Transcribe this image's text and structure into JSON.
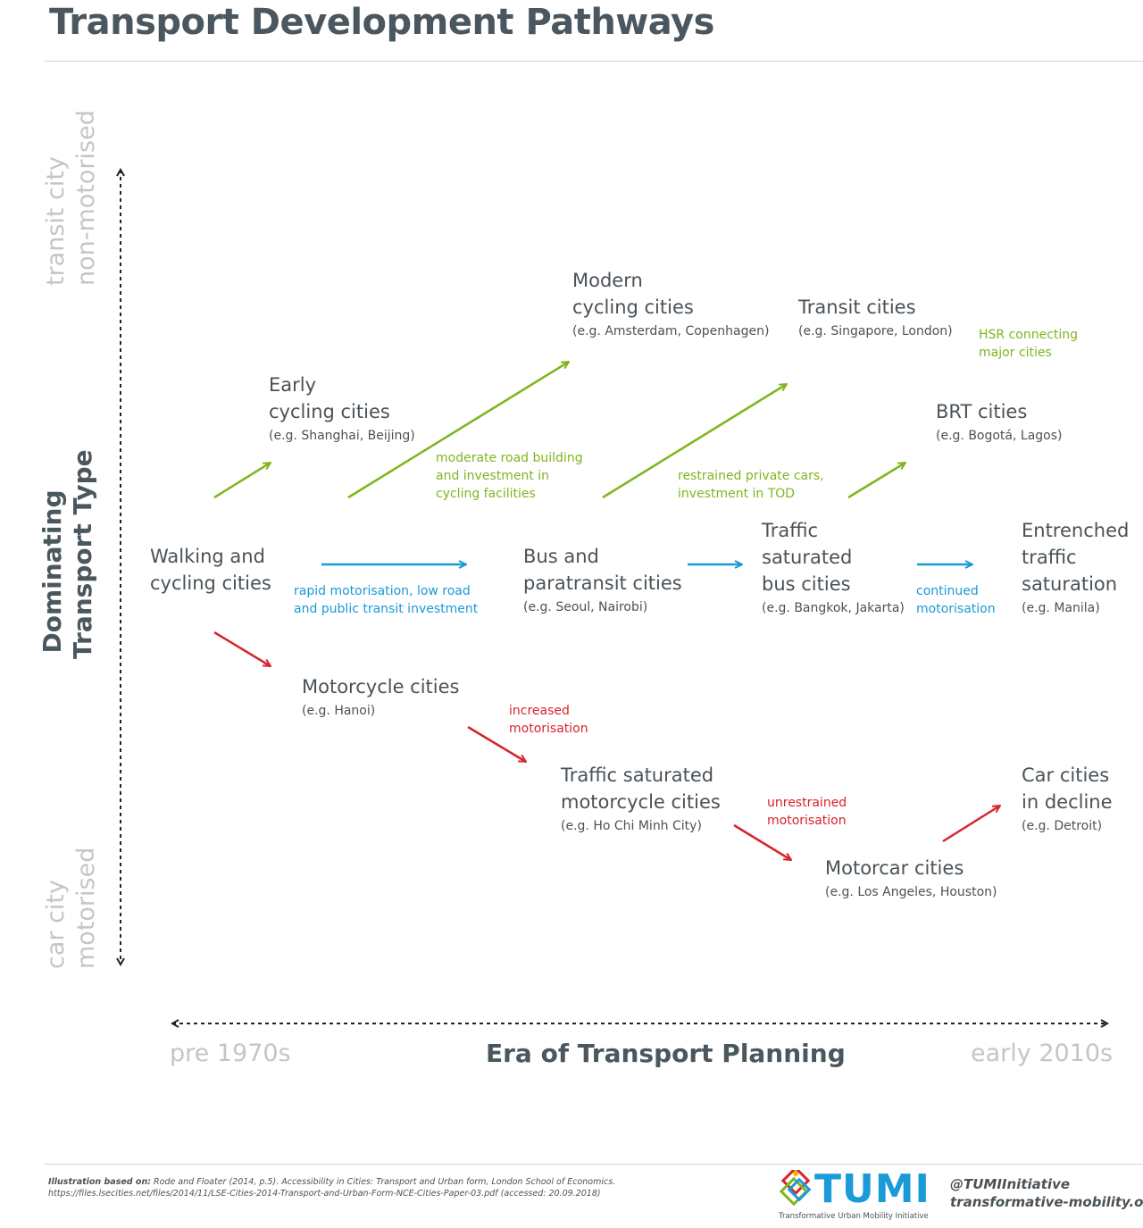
{
  "title": "Transport Development Pathways",
  "y_axis": {
    "title_line1": "Dominating",
    "title_line2": "Transport Type",
    "top_line1": "transit city",
    "top_line2": "non-motorised",
    "bottom_line1": "car city",
    "bottom_line2": "motorised"
  },
  "x_axis": {
    "title": "Era of Transport Planning",
    "start": "pre 1970s",
    "end": "early 2010s"
  },
  "nodes": {
    "walking": {
      "title": "Walking and\ncycling cities"
    },
    "early_cycling": {
      "title": "Early\ncycling cities",
      "example": "(e.g. Shanghai, Beijing)"
    },
    "modern_cycling": {
      "title": "Modern\ncycling cities",
      "example": "(e.g. Amsterdam, Copenhagen)"
    },
    "transit": {
      "title": "Transit cities",
      "example": "(e.g. Singapore, London)"
    },
    "brt": {
      "title": "BRT cities",
      "example": "(e.g. Bogotá, Lagos)"
    },
    "bus_paratransit": {
      "title": "Bus and\nparatransit cities",
      "example": "(e.g. Seoul, Nairobi)"
    },
    "traffic_bus": {
      "title": "Traffic\nsaturated\nbus cities",
      "example": "(e.g. Bangkok, Jakarta)"
    },
    "entrenched": {
      "title": "Entrenched\ntraffic\nsaturation",
      "example": "(e.g. Manila)"
    },
    "motorcycle": {
      "title": "Motorcycle cities",
      "example": "(e.g. Hanoi)"
    },
    "traffic_motorcycle": {
      "title": "Traffic saturated\nmotorcycle cities",
      "example": "(e.g. Ho Chi Minh City)"
    },
    "motorcar": {
      "title": "Motorcar cities",
      "example": "(e.g. Los Angeles, Houston)"
    },
    "car_decline": {
      "title": "Car cities\nin decline",
      "example": "(e.g. Detroit)"
    }
  },
  "notes": {
    "hsr": "HSR connecting\nmajor cities",
    "moderate": "moderate road building\nand investment in\ncycling facilities",
    "restrained": "restrained private cars,\ninvestment in TOD",
    "rapid": "rapid motorisation, low road\nand public transit investment",
    "continued": "continued\nmotorisation",
    "increased": "increased\nmotorisation",
    "unrestrained": "unrestrained\nmotorisation"
  },
  "colors": {
    "green": "#7fb51f",
    "blue": "#1a9ad6",
    "red": "#d8232a",
    "text": "#4a5258",
    "axis_grey": "#c2c6c9"
  },
  "footer": {
    "credit_label": "Illustration based on:",
    "credit_text": " Rode and Floater (2014, p.5). Accessibility in Cities: Transport and Urban form, London School of Economics. https://files.lsecities.net/files/2014/11/LSE-Cities-2014-Transport-and-Urban-Form-NCE-Cities-Paper-03.pdf (accessed: 20.09.2018)",
    "logo_word": "TUMI",
    "logo_sub": "Transformative Urban Mobility Initiative",
    "handle": "@TUMIInitiative",
    "website": "transformative-mobility.org"
  }
}
